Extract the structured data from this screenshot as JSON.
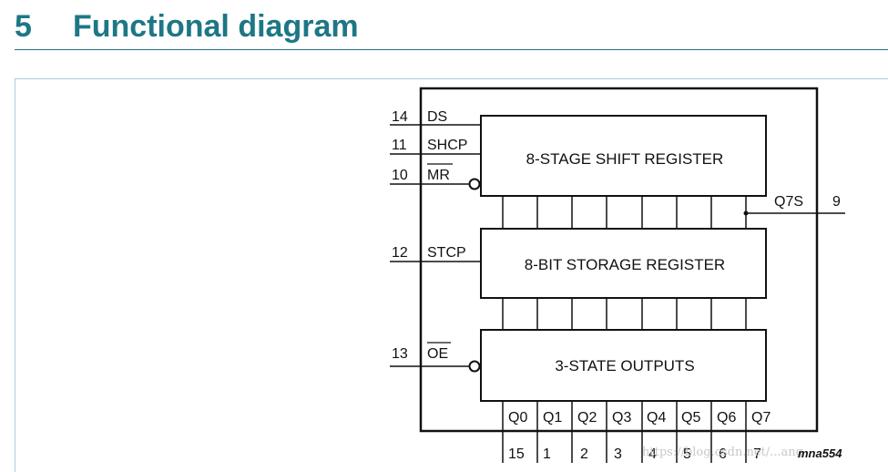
{
  "section": {
    "number": "5",
    "title": "Functional diagram"
  },
  "diagram": {
    "blocks": {
      "shift": "8-STAGE SHIFT REGISTER",
      "storage": "8-BIT STORAGE REGISTER",
      "outputs": "3-STATE OUTPUTS"
    },
    "inputs": [
      {
        "pin": "14",
        "label": "DS",
        "inverted": false
      },
      {
        "pin": "11",
        "label": "SHCP",
        "inverted": false
      },
      {
        "pin": "10",
        "label": "MR",
        "inverted": true
      },
      {
        "pin": "12",
        "label": "STCP",
        "inverted": false
      },
      {
        "pin": "13",
        "label": "OE",
        "inverted": true
      }
    ],
    "serial_out": {
      "label": "Q7S",
      "pin": "9"
    },
    "outputs": [
      {
        "label": "Q0",
        "pin": "15"
      },
      {
        "label": "Q1",
        "pin": "1"
      },
      {
        "label": "Q2",
        "pin": "2"
      },
      {
        "label": "Q3",
        "pin": "3"
      },
      {
        "label": "Q4",
        "pin": "4"
      },
      {
        "label": "Q5",
        "pin": "5"
      },
      {
        "label": "Q6",
        "pin": "6"
      },
      {
        "label": "Q7",
        "pin": "7"
      }
    ],
    "figure_id": "mna554",
    "watermark": "https://blog.csdn.net/...ang"
  },
  "colors": {
    "heading": "#1d7785",
    "rule": "#1d7785",
    "frame": "#a9cfd6",
    "ink": "#111111"
  }
}
